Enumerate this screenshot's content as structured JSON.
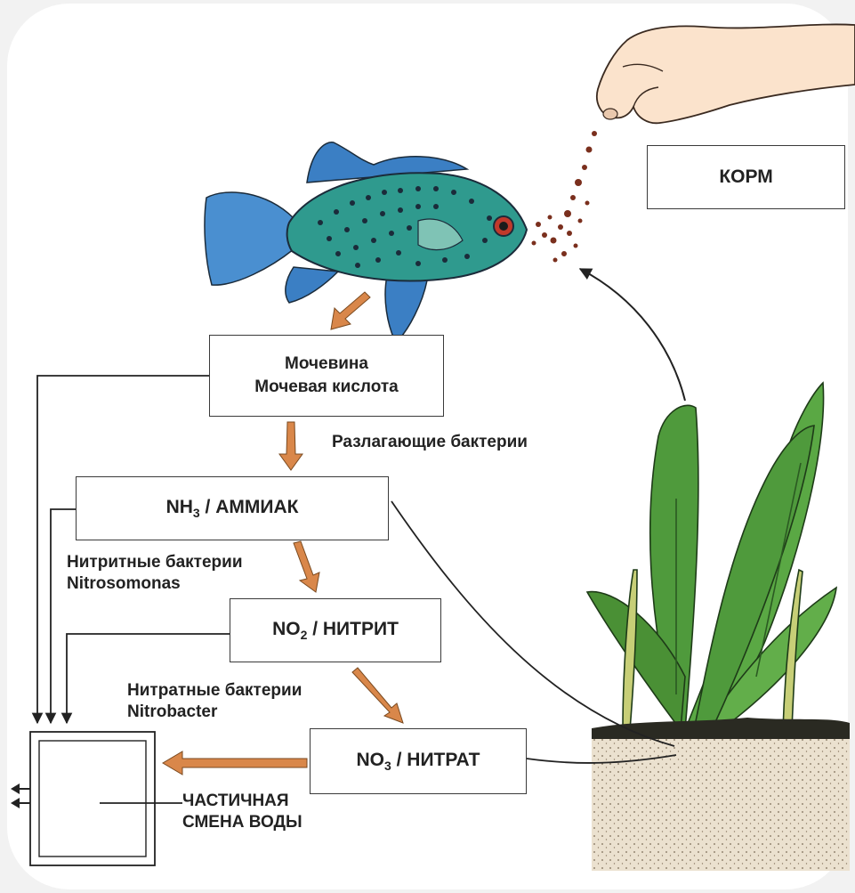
{
  "food": "КОРМ",
  "urea": {
    "line1": "Мочевина",
    "line2": "Мочевая кислота"
  },
  "decomposers": "Разлагающие бактерии",
  "ammonia": {
    "chem": "NH",
    "sub": "3",
    "name": " / АММИАК"
  },
  "nitrite_bacteria": {
    "line1": "Нитритные бактерии",
    "line2": "Nitrosomonas"
  },
  "nitrite": {
    "chem": "NO",
    "sub": "2",
    "name": " / НИТРИТ"
  },
  "nitrate_bacteria": {
    "line1": "Нитратные бактерии",
    "line2": "Nitrobacter"
  },
  "nitrate": {
    "chem": "NO",
    "sub": "3",
    "name": " / НИТРАТ"
  },
  "water_change": {
    "line1": "ЧАСТИЧНАЯ",
    "line2": "СМЕНА ВОДЫ"
  },
  "colors": {
    "arrow_orange": "#d9874a",
    "fish": "#2f9a8e",
    "plant": "#4f9a3c",
    "soil": "#e7dcc8"
  }
}
